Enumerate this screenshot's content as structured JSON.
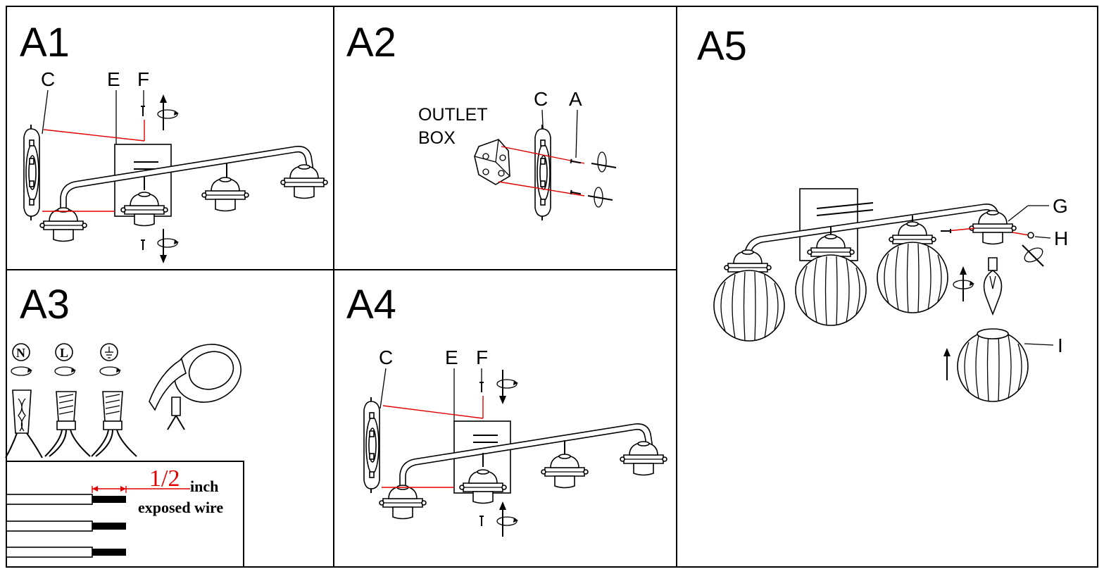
{
  "steps": {
    "a1": {
      "title": "A1",
      "labels": {
        "c": "C",
        "e": "E",
        "f": "F"
      }
    },
    "a2": {
      "title": "A2",
      "outlet_box_line1": "OUTLET",
      "outlet_box_line2": "BOX",
      "labels": {
        "c": "C",
        "a": "A"
      }
    },
    "a3": {
      "title": "A3",
      "wire_symbols": {
        "neutral": "N",
        "live": "L"
      },
      "strip_length": "1/2",
      "strip_unit": "inch",
      "strip_caption": "exposed wire"
    },
    "a4": {
      "title": "A4",
      "labels": {
        "c": "C",
        "e": "E",
        "f": "F"
      }
    },
    "a5": {
      "title": "A5",
      "labels": {
        "g": "G",
        "h": "H",
        "i": "I"
      }
    }
  },
  "icons": {
    "rotate": "rotate-arrow-icon",
    "ground": "ground-symbol-icon",
    "wire_nut": "wire-connector-icon",
    "tape": "electrical-tape-icon",
    "bulb": "light-bulb-icon"
  },
  "colors": {
    "leader": "#e00000",
    "line": "#000000"
  }
}
